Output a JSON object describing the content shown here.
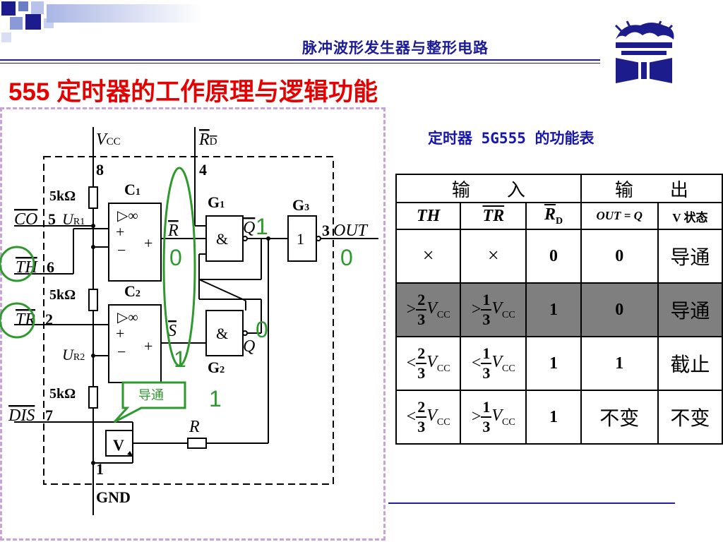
{
  "header": {
    "subject": "脉冲波形发生器与整形电路",
    "colors": {
      "line": "#1c1c8c",
      "title": "#e60000",
      "caption": "#1515b0"
    }
  },
  "title": "555 定时器的工作原理与逻辑功能",
  "table_caption": "定时器 5G555 的功能表",
  "logo": {
    "icon": "dragon-book-emblem-icon"
  },
  "circuit": {
    "pins": {
      "vcc": "V",
      "vcc_sub": "CC",
      "vcc_num": "8",
      "rd": "R",
      "rd_sub": "D",
      "rd_num": "4",
      "co": "CO",
      "co_num": "5",
      "th": "TH",
      "th_num": "6",
      "tr": "TR",
      "tr_num": "2",
      "dis": "DIS",
      "dis_num": "7",
      "gnd": "GND",
      "gnd_num": "1",
      "out": "OUT",
      "out_num": "3"
    },
    "res": "5kΩ",
    "ur1": "U",
    "ur1_sub": "R1",
    "ur2": "U",
    "ur2_sub": "R2",
    "c1": "C",
    "c1_sub": "1",
    "c2": "C",
    "c2_sub": "2",
    "g1": "G",
    "g1_sub": "1",
    "g2": "G",
    "g2_sub": "2",
    "g3": "G",
    "g3_sub": "3",
    "amp": "▷∞",
    "plus": "+",
    "minus": "−",
    "and": "&",
    "buf": "1",
    "rbar": "R",
    "sbar": "S",
    "q": "Q",
    "qbar": "Q",
    "r": "R",
    "v": "V",
    "annotations": {
      "qbar_val": "1",
      "rbar_val": "0",
      "out_val": "0",
      "q_val": "0",
      "sbar_val": "1",
      "bottom_val": "1",
      "callout": "导通"
    }
  },
  "function_table": {
    "group_headers": [
      "输　　入",
      "输　　出"
    ],
    "col_headers": [
      "TH",
      "TR",
      "R",
      "D",
      "OUT = Q",
      "V 状态"
    ],
    "rows": [
      {
        "th": "×",
        "tr": "×",
        "rd": "0",
        "out": "0",
        "v": "导通"
      },
      {
        "th_cmp": ">",
        "th_n": "2",
        "th_d": "3",
        "tr_cmp": ">",
        "tr_n": "1",
        "tr_d": "3",
        "rd": "1",
        "out": "0",
        "v": "导通"
      },
      {
        "th_cmp": "<",
        "th_n": "2",
        "th_d": "3",
        "tr_cmp": "<",
        "tr_n": "1",
        "tr_d": "3",
        "rd": "1",
        "out": "1",
        "v": "截止"
      },
      {
        "th_cmp": "<",
        "th_n": "2",
        "th_d": "3",
        "tr_cmp": ">",
        "tr_n": "1",
        "tr_d": "3",
        "rd": "1",
        "out": "不变",
        "v": "不变"
      }
    ],
    "vcc": "V",
    "vcc_sub": "CC"
  }
}
